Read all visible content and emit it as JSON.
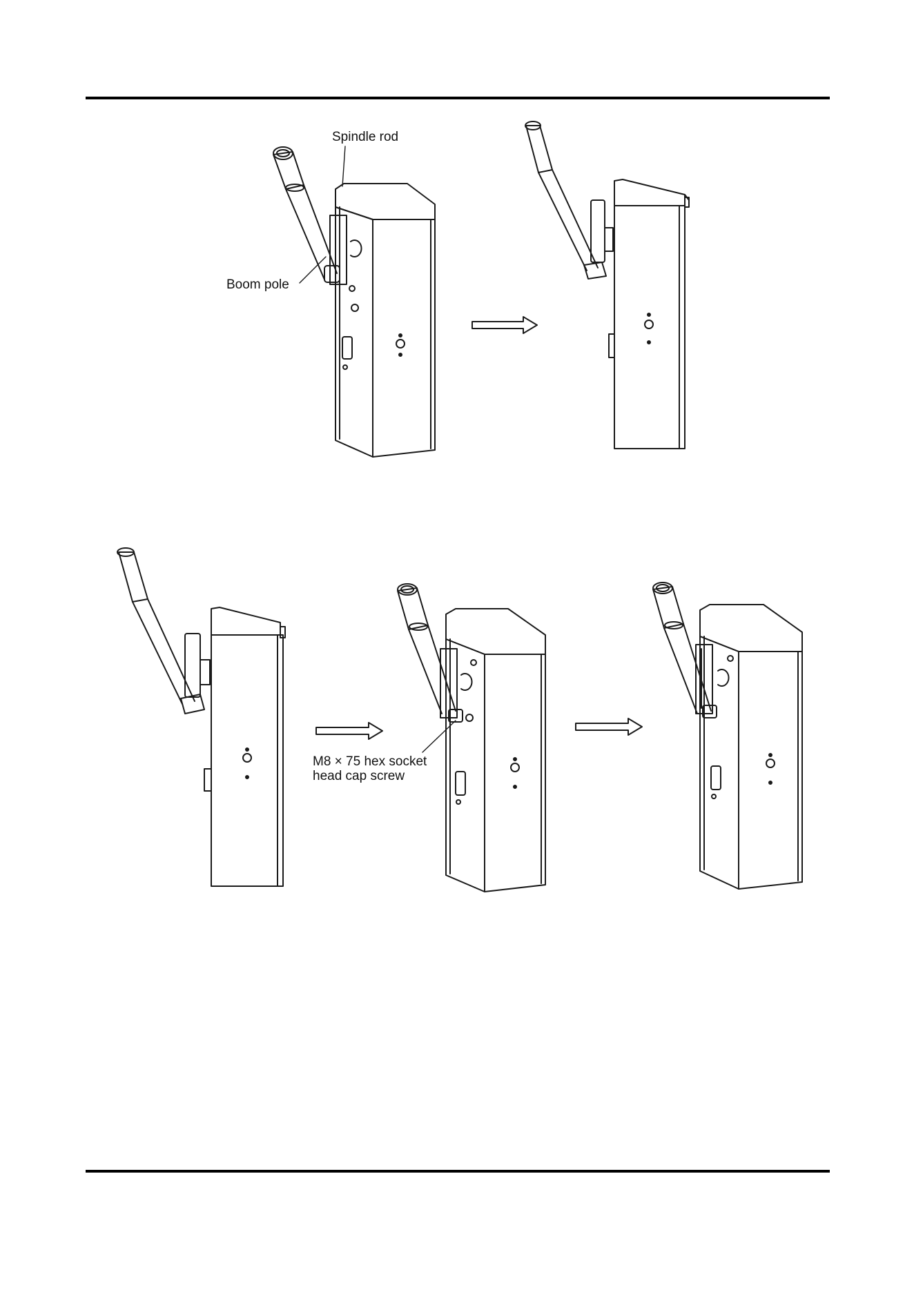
{
  "labels": {
    "spindle_rod": "Spindle rod",
    "boom_pole": "Boom pole",
    "screw_line1": "M8 × 75 hex socket",
    "screw_line2": "head cap screw"
  },
  "icons": {
    "step_arrow": "arrow-right-outline",
    "barrier_unit": "barrier-gate-housing",
    "boom_pole": "boom-pole"
  },
  "colors": {
    "line": "#1a1a1a",
    "paper": "#ffffff"
  }
}
